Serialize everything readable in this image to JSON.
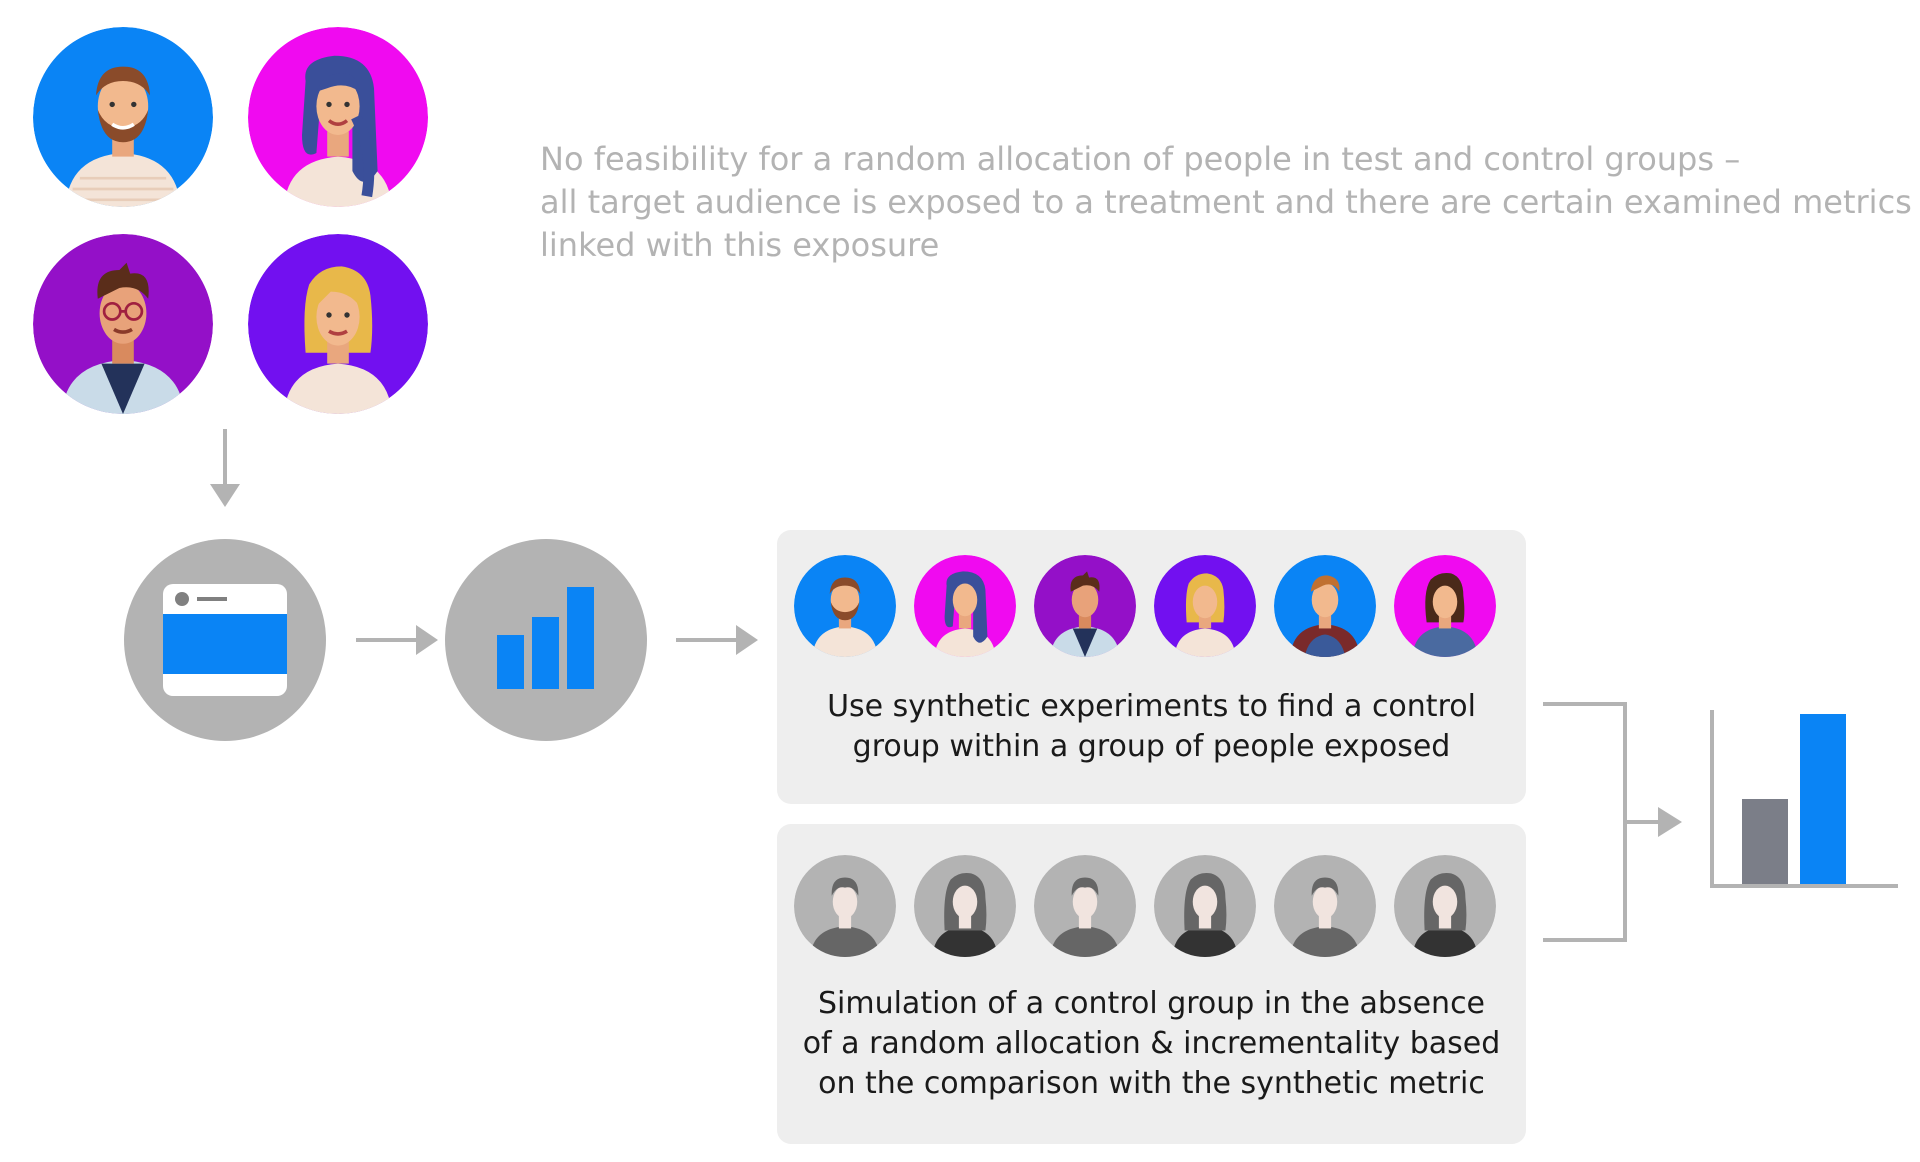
{
  "intro": {
    "lines": [
      "No feasibility for a random allocation of people in test and control groups –",
      "all target audience is exposed to a treatment and there are certain examined metrics",
      "linked with this exposure"
    ]
  },
  "panels": {
    "synthetic": {
      "lines": [
        "Use synthetic experiments to find a control",
        "group within a group of people exposed"
      ]
    },
    "simulation": {
      "lines": [
        "Simulation of a control group in the absence",
        "of a random allocation & incrementality based",
        "on the comparison with the synthetic metric"
      ]
    }
  },
  "icons": {
    "exposure": "browser-window-icon",
    "metrics": "bar-chart-icon",
    "result": "comparison-bar-chart-icon"
  },
  "result_chart": {
    "values": [
      0.5,
      1.0
    ],
    "colors": [
      "#7b7e88",
      "#0a84f5"
    ]
  },
  "colors": {
    "blue": "#0a84f5",
    "magenta": "#f00af0",
    "purple": "#9410c8",
    "violet": "#7210f0",
    "grey": "#b3b3b3",
    "panel": "#eeeeee",
    "text_grey": "#b3b3b3"
  }
}
